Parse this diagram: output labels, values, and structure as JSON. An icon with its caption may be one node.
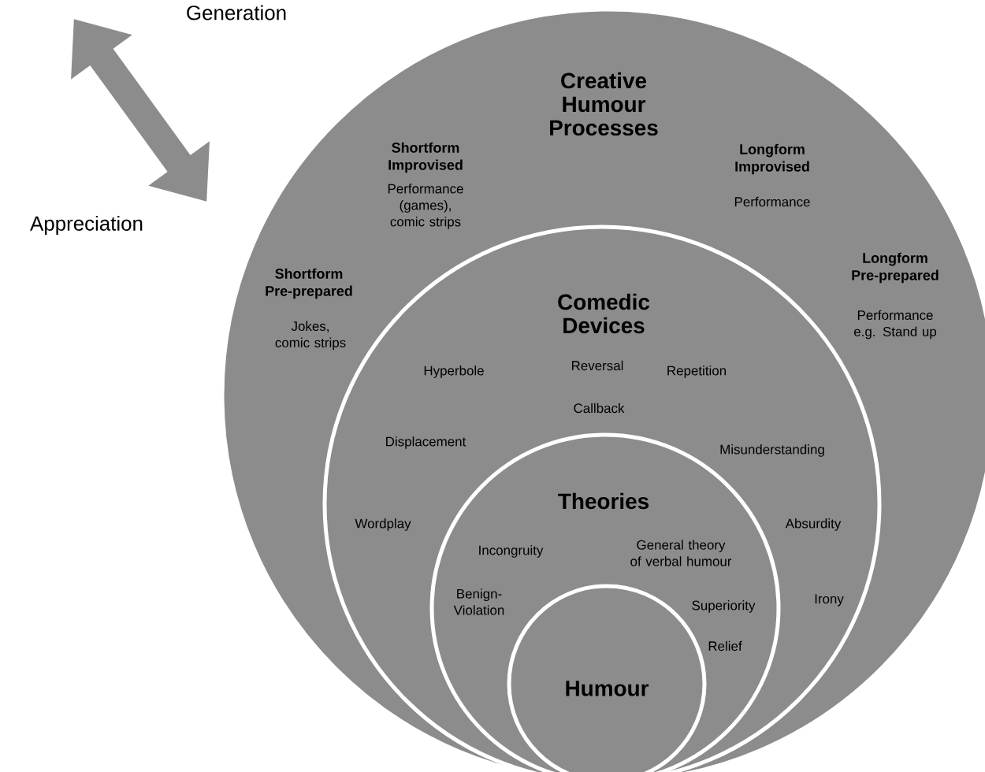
{
  "diagram": {
    "nodes": [
      {
        "text": [
          "Creative Humour Processes",
          "Shortform Improvised",
          "Performance (games), comic strips",
          "Longform Improvised",
          "Performance",
          "Shortform Pre-prepared",
          "Jokes, comic strips",
          "Longform Pre-prepared",
          "Performance e.g. Stand up"
        ]
      },
      {
        "text": [
          "Comedic Devices",
          "Hyperbole",
          "Reversal",
          "Repetition",
          "Callback",
          "Displacement",
          "Misunderstanding",
          "Wordplay",
          "Absurdity",
          "Irony"
        ],
        "in": 0
      },
      {
        "text": [
          "Theories",
          "Incongruity",
          "General theory of verbal humour",
          "Benign-Violation",
          "Superiority",
          "Relief"
        ],
        "in": 1
      },
      {
        "text": [
          "Humour"
        ],
        "in": 2
      },
      {
        "text": [
          "Generation"
        ]
      },
      {
        "text": [
          "Appreciation"
        ]
      }
    ],
    "edges": [
      {
        "from": 4,
        "to": 5,
        "arrow": "both"
      }
    ]
  }
}
